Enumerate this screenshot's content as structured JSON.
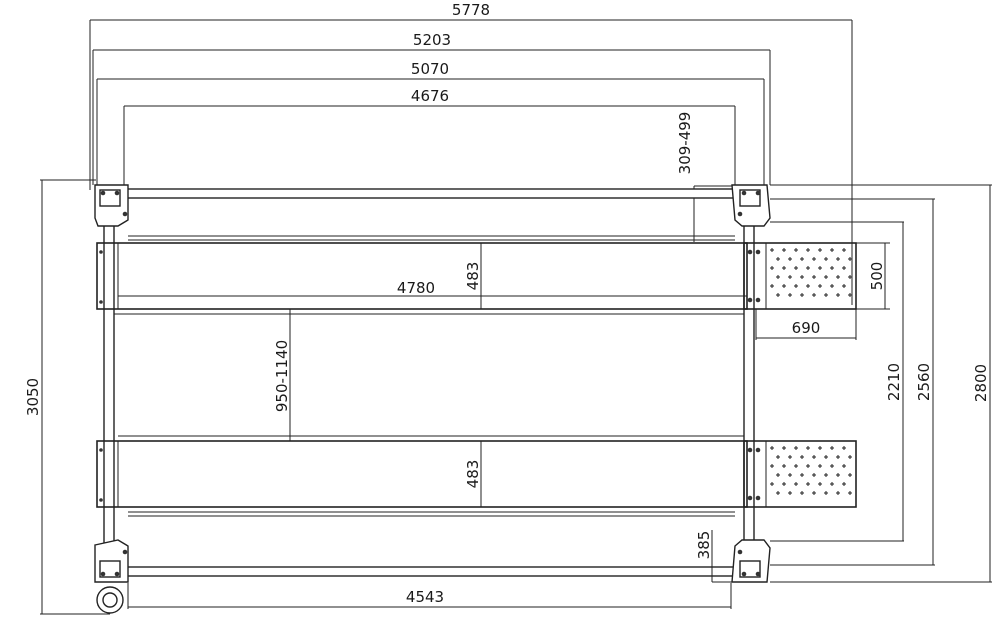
{
  "dimensions": {
    "overall_length": "5778",
    "outer_post_span": "5203",
    "inner_post_span": "5070",
    "runway_span": "4676",
    "side_offset": "309-499",
    "runway_length": "4780",
    "runway_width_top": "483",
    "runway_width_bottom": "483",
    "ramp_width": "500",
    "ramp_length": "690",
    "gap_between_runways": "950-1140",
    "overall_width": "3050",
    "inner_width": "2210",
    "mid_width": "2560",
    "outer_width": "2800",
    "post_offset": "385",
    "bottom_span": "4543"
  }
}
